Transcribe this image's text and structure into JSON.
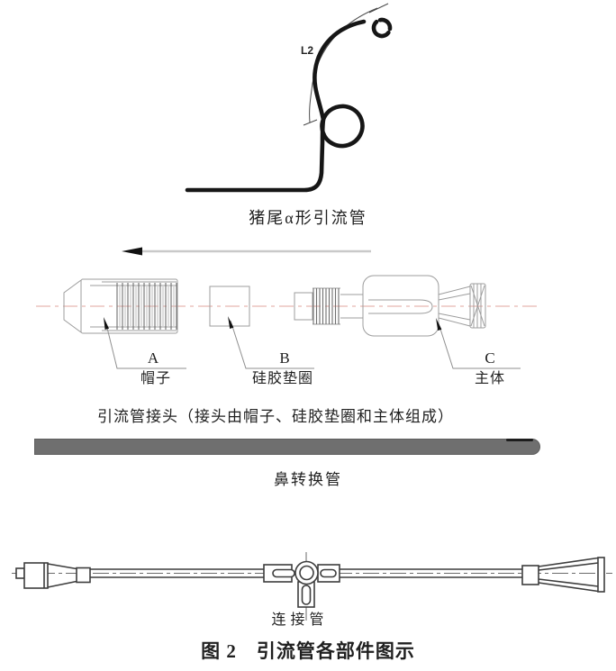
{
  "figure": {
    "caption": "图 2　引流管各部件图示"
  },
  "pigtail": {
    "dim_label": "L2",
    "caption": "猪尾α形引流管"
  },
  "joint": {
    "caption": "引流管接头（接头由帽子、硅胶垫圈和主体组成）",
    "parts": [
      {
        "letter": "A",
        "name": "帽子"
      },
      {
        "letter": "B",
        "name": "硅胶垫圈"
      },
      {
        "letter": "C",
        "name": "主体"
      }
    ]
  },
  "nasal_tube": {
    "caption": "鼻转换管"
  },
  "connecting_tube": {
    "caption": "连接管"
  },
  "colors": {
    "ink": "#161616",
    "gray": "#9c9c9c",
    "dark": "#3d3d3d",
    "pink": "#e2a49e",
    "bar": "#6f6f6f",
    "leader": "#8f8f8f",
    "text": "#1f1f1f"
  }
}
